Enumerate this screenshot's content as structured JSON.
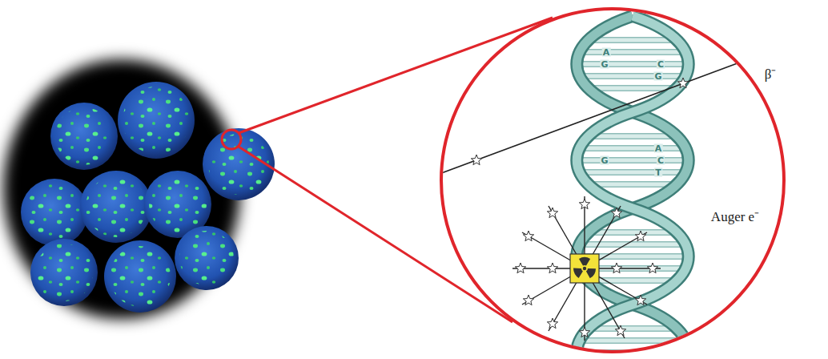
{
  "diagram": {
    "labels": [
      "β⁻",
      "Auger e⁻",
      "A",
      "G",
      "C",
      "G",
      "A",
      "G",
      "C",
      "T"
    ]
  }
}
